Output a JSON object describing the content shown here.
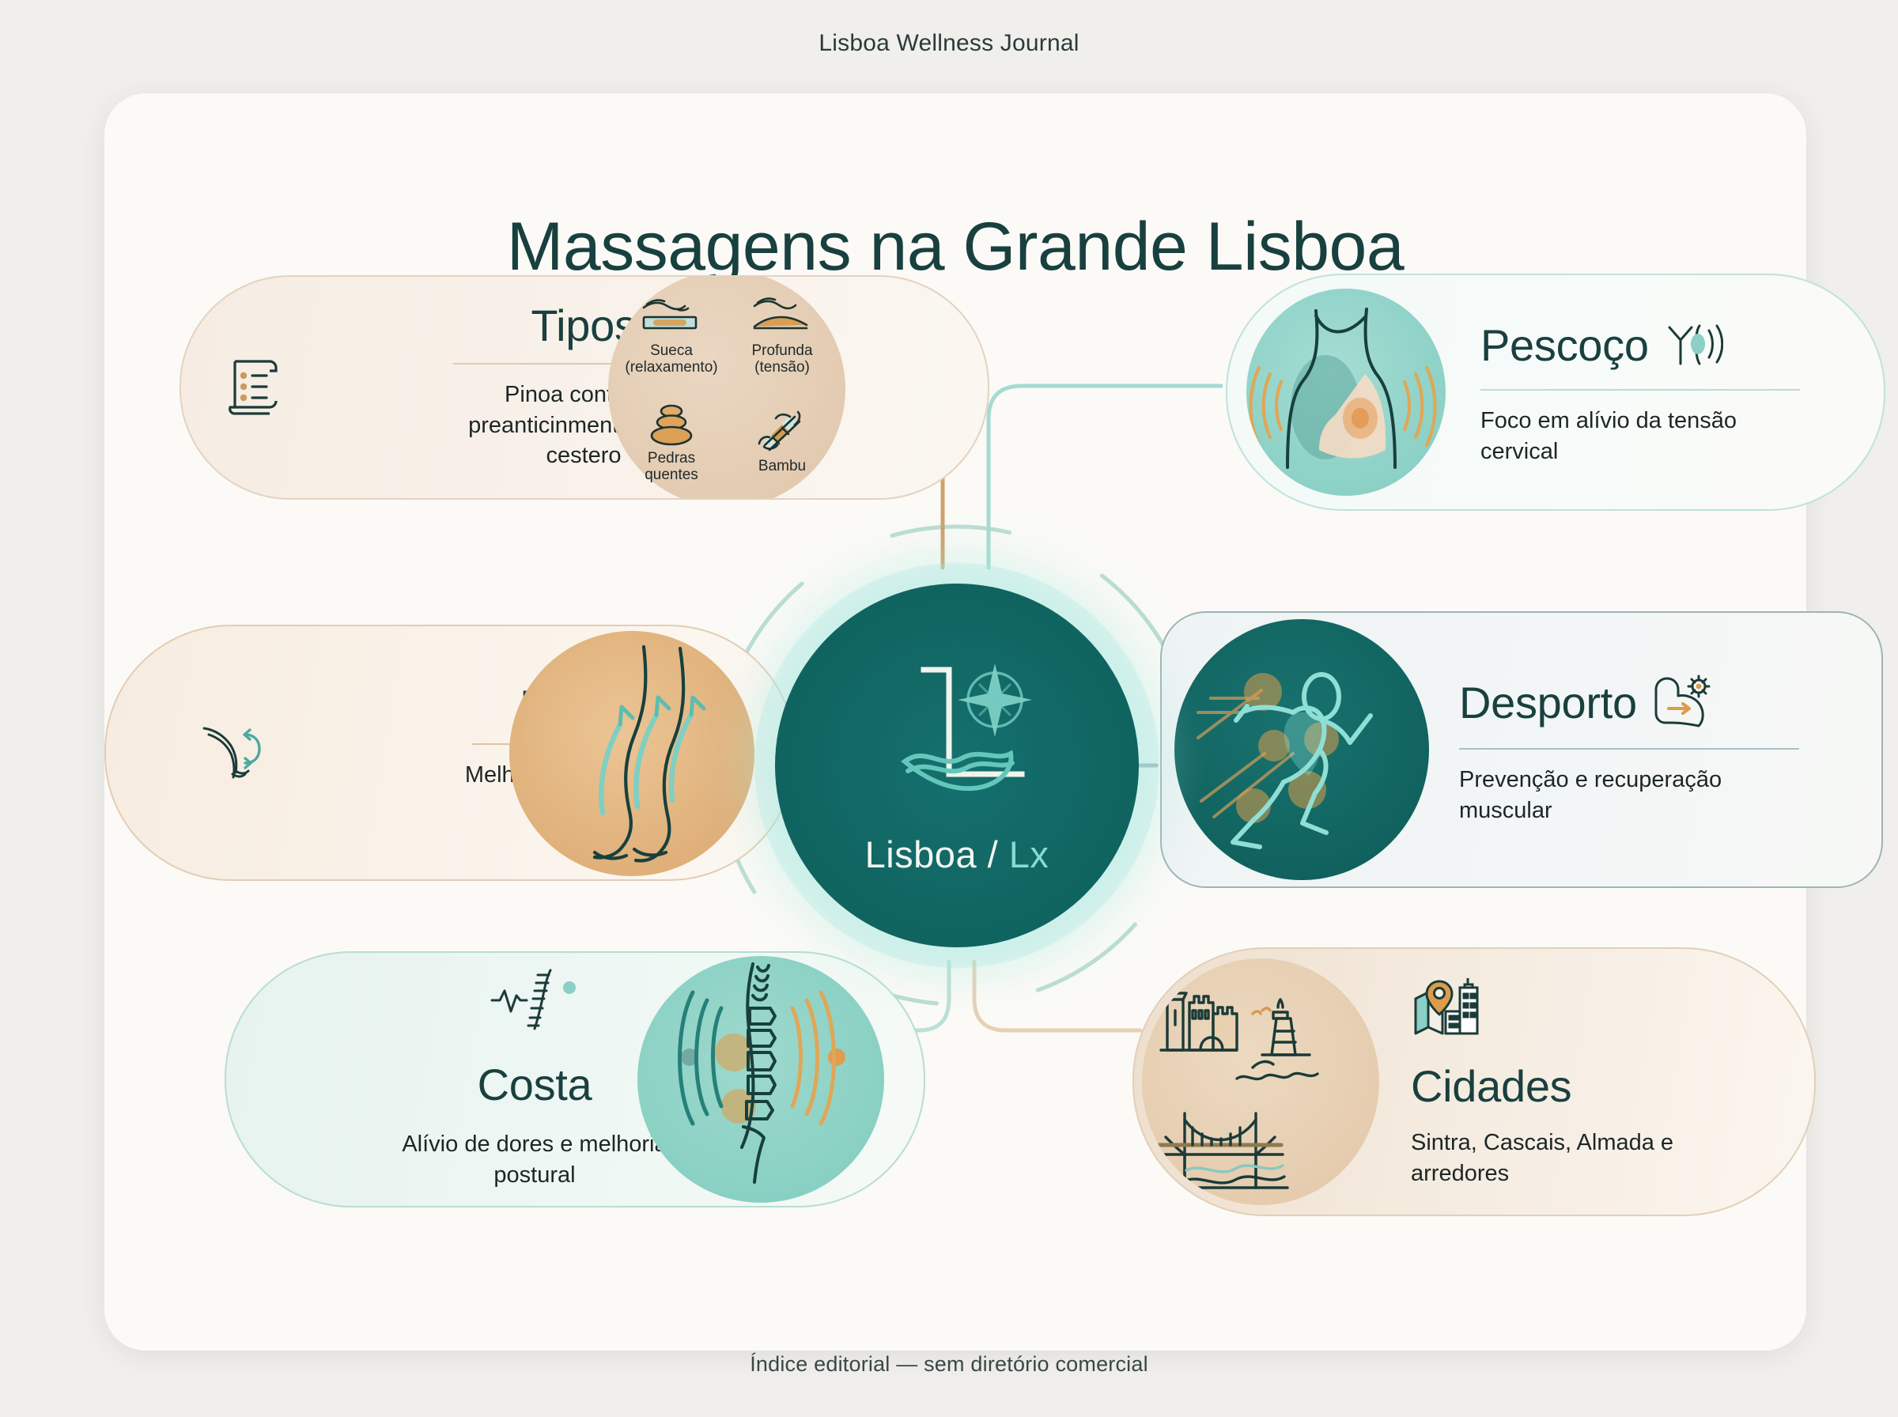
{
  "header": {
    "title": "Lisboa Wellness Journal"
  },
  "footer": {
    "note": "Índice editorial — sem diretório comercial"
  },
  "main": {
    "title": "Massagens na Grande Lisboa"
  },
  "hub": {
    "label_main": "Lisboa",
    "label_sep": " / ",
    "label_alt": "Lx",
    "icon": "lisbon-L-compass-wave-monogram"
  },
  "colors": {
    "page_bg": "#f0efeb",
    "canvas_bg": "#fbfaf6",
    "teal_deep": "#14706e",
    "teal_light": "#87d9d1",
    "tan": "#ddab72",
    "sand": "#e3cbb1",
    "ink": "#18403f",
    "body_text": "#1d2626"
  },
  "cards": [
    {
      "id": "tipos",
      "heading": "Tipos",
      "body": "Pinoa contina e preanticinmentıs, dese cestero",
      "icon": "scroll-list-icon",
      "art": "massage-types-bubble",
      "types": [
        {
          "label": "Sueca\n(relaxamento)",
          "icon": "hand-gliding-over-skin-icon"
        },
        {
          "label": "Profunda\n(tensão)",
          "icon": "hand-pressing-deep-icon"
        },
        {
          "label": "Pedras\nquentes",
          "icon": "stacked-hot-stones-icon"
        },
        {
          "label": "Bambu",
          "icon": "bamboo-stick-icon"
        }
      ]
    },
    {
      "id": "pescoco",
      "heading": "Pescoço",
      "body": "Foco em alívio da tensão cervical",
      "icon": "neck-waves-icon",
      "art": "neck-shoulder-tension-illustration"
    },
    {
      "id": "pernas",
      "heading": "Pernas",
      "body": "Melhoria da circulação e leveza",
      "icon": "legs-circulation-arrow-icon",
      "art": "legs-upward-flow-illustration"
    },
    {
      "id": "desporto",
      "heading": "Desporto",
      "body": "Prevenção e recuperação muscular",
      "icon": "flexed-bicep-gear-icon",
      "art": "running-athlete-illustration"
    },
    {
      "id": "costa",
      "heading": "Costa",
      "body": "Alívio de dores e melhoria postural",
      "icon": "spine-pulse-icon",
      "art": "spine-waves-illustration"
    },
    {
      "id": "cidades",
      "heading": "Cidades",
      "body": "Sintra, Cascais, Almada e arredores",
      "icon": "map-pin-city-icon",
      "art": "castle-lighthouse-bridge-illustration"
    }
  ]
}
